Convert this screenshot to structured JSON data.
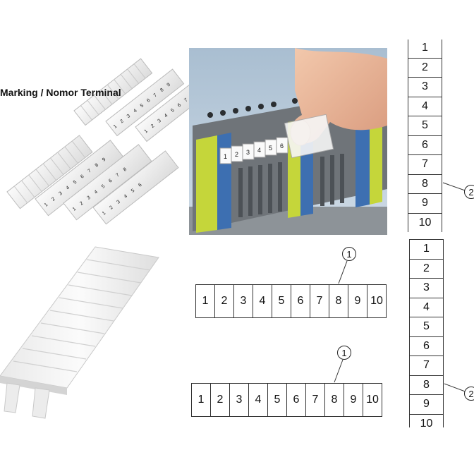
{
  "title": "Marking / Nomor Terminal",
  "photo_labels": [
    "1",
    "2",
    "3",
    "4",
    "5",
    "6"
  ],
  "strip_numbers": [
    "1",
    "2",
    "3",
    "4",
    "5",
    "6",
    "7",
    "8",
    "9",
    "10"
  ],
  "callouts": {
    "top_strip": "1",
    "bottom_strip": "1",
    "vertical_top": "2",
    "vertical_bottom": "2"
  }
}
